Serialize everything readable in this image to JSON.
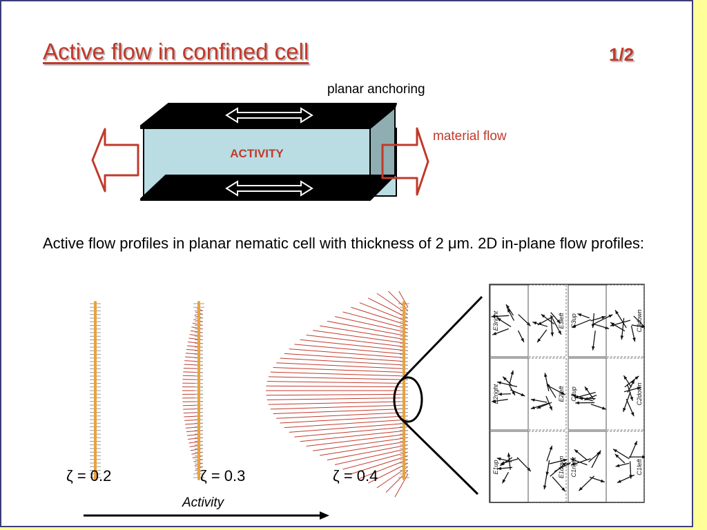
{
  "slide": {
    "title": "Active flow in confined cell",
    "page_number": "1/2",
    "planar_anchoring_label": "planar anchoring",
    "material_flow_label": "material flow",
    "activity_box_label": "ACTIVITY",
    "body_text": "Active flow profiles in planar nematic cell with thickness of 2 μm. 2D in-plane flow profiles:",
    "profiles": [
      {
        "label": "ζ = 0.2",
        "amplitude": 0.0
      },
      {
        "label": "ζ = 0.3",
        "amplitude": 0.12
      },
      {
        "label": "ζ = 0.4",
        "amplitude": 1.0
      }
    ],
    "activity_axis_label": "Activity"
  },
  "colors": {
    "title": "#c0392b",
    "flow_lines": "#c0392b",
    "rod": "#e8a33c",
    "cell_fill": "#b9dde3",
    "background": "#ffff99"
  },
  "grid": {
    "cells": [
      [
        "E3right",
        "E3left",
        "C3up",
        "C3down"
      ],
      [
        "E2right",
        "E2left",
        "C2up",
        "C2down"
      ],
      [
        "E1up",
        "E1down",
        "C1right",
        "C1left"
      ]
    ]
  }
}
